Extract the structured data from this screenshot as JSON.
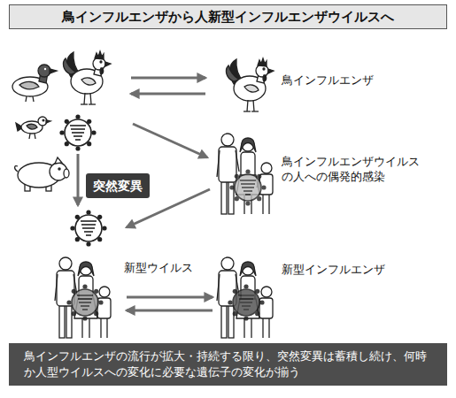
{
  "diagram": {
    "title": "鳥インフルエンザから人新型インフルエンザウイルスへ",
    "caption": "鳥インフルエンザの流行が拡大・持続する限り、突然変異は蓄積し続け、何時か人型ウイルスへの変化に必要な遺伝子の変化が揃う",
    "nodes": [
      {
        "text": [
          "鳥インフルエンザ"
        ]
      },
      {
        "text": [
          "鳥インフルエンザウイルス の人への偶発的感染"
        ]
      },
      {
        "text": [
          "突然変異"
        ]
      },
      {
        "text": [
          "新型ウイルス"
        ]
      },
      {
        "text": [
          "新型インフルエンザ"
        ]
      }
    ],
    "edges": [
      {
        "from": 1,
        "to": 3,
        "arrow": "to"
      },
      {
        "from": 3,
        "to": 4,
        "arrow": "to"
      },
      {
        "from": 4,
        "to": 3,
        "arrow": "to"
      }
    ]
  }
}
